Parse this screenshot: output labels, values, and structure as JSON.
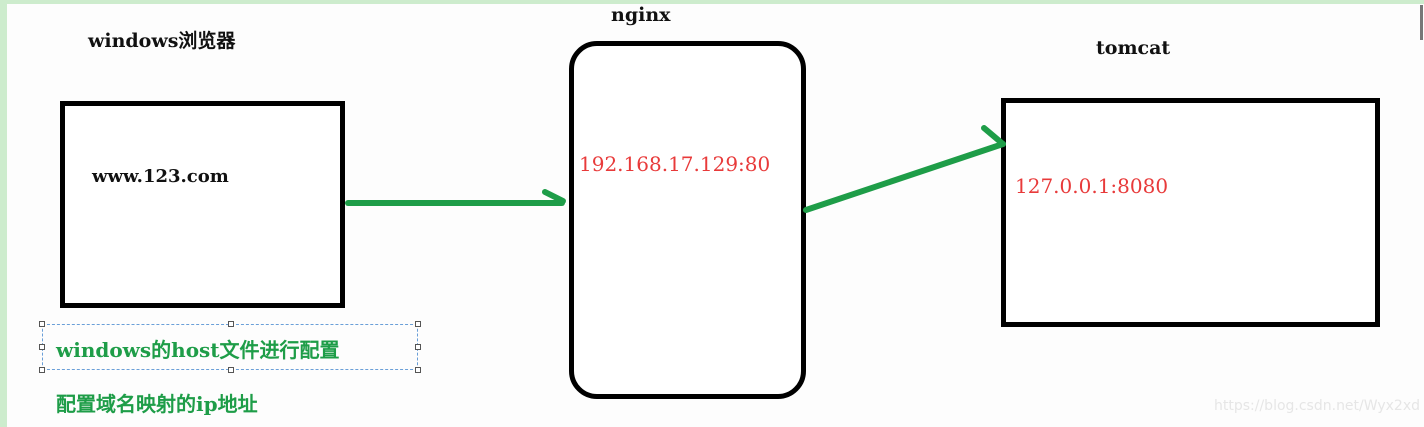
{
  "diagram": {
    "browser": {
      "title": "windows浏览器",
      "address": "www.123.com"
    },
    "nginx": {
      "title": "nginx",
      "address": "192.168.17.129:80"
    },
    "tomcat": {
      "title": "tomcat",
      "address": "127.0.0.1:8080"
    },
    "notes": {
      "hosts_config": "windows的host文件进行配置",
      "domain_mapping": "配置域名映射的ip地址"
    },
    "arrows": [
      {
        "from": "browser",
        "to": "nginx"
      },
      {
        "from": "nginx",
        "to": "tomcat"
      }
    ],
    "colors": {
      "box_border": "#000000",
      "arrow": "#1e9d48",
      "ip_text": "#e83a3a",
      "note_text": "#1e9d48",
      "selection_border": "#6a9fd8"
    }
  },
  "watermark": "https://blog.csdn.net/Wyx2xd"
}
